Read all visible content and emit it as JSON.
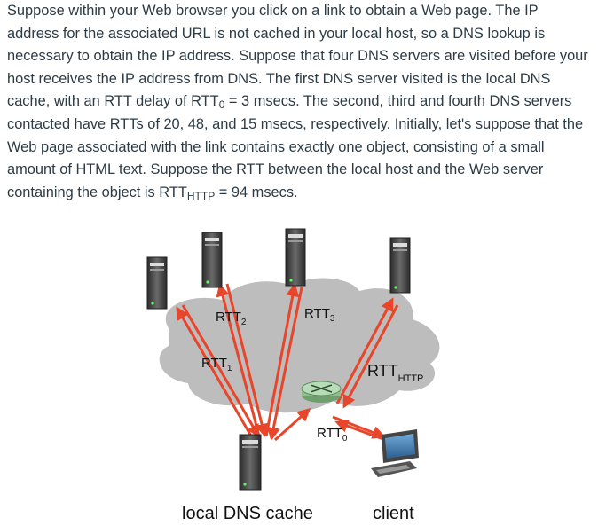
{
  "question": {
    "p1": "Suppose within your Web browser you click on a link to obtain a Web page. The IP address for the associated URL is not cached in your local host, so a DNS lookup is necessary to obtain the IP address. Suppose that four DNS servers are visited before your host receives the IP address from DNS. The first DNS server visited is the local DNS cache, with an RTT delay of RTT",
    "sub0": "0",
    "p2": " = 3 msecs. The second, third and fourth DNS servers contacted have RTTs of 20, 48, and 15 msecs, respectively. Initially, let's suppose that the Web page associated with the link contains exactly one object, consisting of a small amount of HTML text. Suppose the RTT between the local host and the Web server containing the object is RTT",
    "sub_http": "HTTP",
    "p3": " = 94 msecs."
  },
  "diagram": {
    "labels": {
      "rtt_base": "RTT",
      "sub_1": "1",
      "sub_2": "2",
      "sub_3": "3",
      "sub_0": "0",
      "sub_http": "HTTP",
      "local_dns_cache": "local DNS cache",
      "client": "client"
    },
    "colors": {
      "cloud": "#bdbdbd",
      "arrow": "#e8452a",
      "server_dark": "#3a3a3a",
      "server_light": "#8c8c8c",
      "router": "#8fbf8f"
    }
  }
}
